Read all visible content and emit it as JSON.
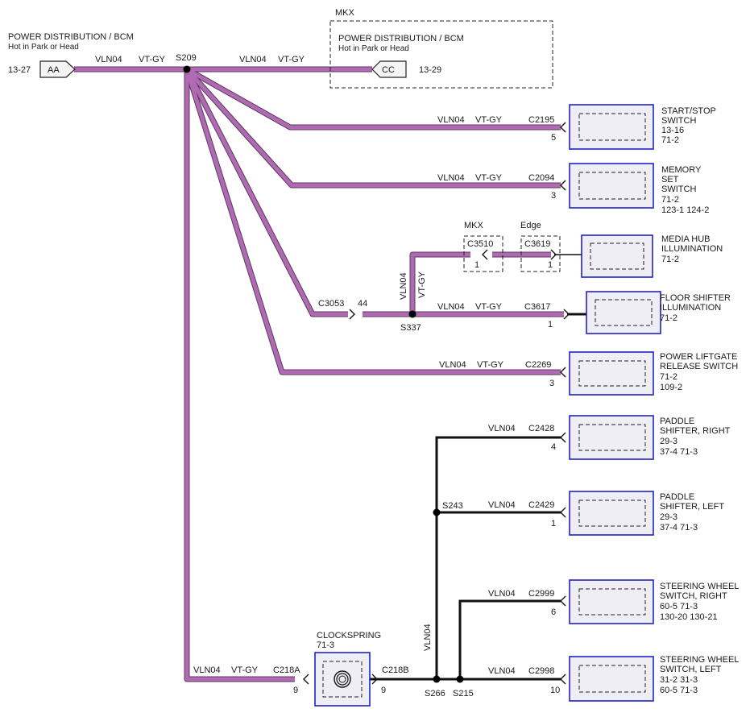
{
  "sources": {
    "left": {
      "title": "POWER DISTRIBUTION / BCM",
      "subtitle": "Hot in Park or Head",
      "page_ref": "13-27",
      "connector": "AA"
    },
    "mkx_frame_label": "MKX",
    "right": {
      "title": "POWER DISTRIBUTION / BCM",
      "subtitle": "Hot in Park or Head",
      "page_ref": "13-29",
      "connector": "CC"
    }
  },
  "wire": {
    "circuit": "VLN04",
    "color_code": "VT-GY",
    "colors": {
      "violet": "#b06ab3",
      "black": "#111111",
      "component_border": "#2222c8"
    }
  },
  "splices": [
    "S209",
    "S337",
    "S243",
    "S266",
    "S215"
  ],
  "inline": {
    "c3053": "C3053",
    "c3053_pin": "44",
    "mkx_label": "MKX",
    "edge_label": "Edge",
    "c3510": "C3510",
    "c3510_pin": "1",
    "c3619": "C3619",
    "c3619_pin": "1"
  },
  "components": [
    {
      "id": "start-stop",
      "connector": "C2195",
      "pin": "5",
      "name1": "START/STOP",
      "name2": "SWITCH",
      "name3": "",
      "refs1": "13-16",
      "refs2": "71-2"
    },
    {
      "id": "memory-set",
      "connector": "C2094",
      "pin": "3",
      "name1": "MEMORY",
      "name2": "SET",
      "name3": "SWITCH",
      "refs1": "71-2",
      "refs2": "123-1   124-2"
    },
    {
      "id": "media-hub",
      "connector": "",
      "pin": "",
      "name1": "MEDIA HUB",
      "name2": "ILLUMINATION",
      "name3": "",
      "refs1": "71-2",
      "refs2": ""
    },
    {
      "id": "floor-shifter",
      "connector": "C3617",
      "pin": "1",
      "name1": "FLOOR SHIFTER",
      "name2": "ILLUMINATION",
      "name3": "",
      "refs1": "71-2",
      "refs2": ""
    },
    {
      "id": "power-liftgate",
      "connector": "C2269",
      "pin": "3",
      "name1": "POWER LIFTGATE",
      "name2": "RELEASE SWITCH",
      "name3": "",
      "refs1": "71-2",
      "refs2": "109-2"
    },
    {
      "id": "paddle-right",
      "connector": "C2428",
      "pin": "4",
      "name1": "PADDLE",
      "name2": "SHIFTER, RIGHT",
      "name3": "",
      "refs1": "29-3",
      "refs2": "37-4    71-3"
    },
    {
      "id": "paddle-left",
      "connector": "C2429",
      "pin": "1",
      "name1": "PADDLE",
      "name2": "SHIFTER, LEFT",
      "name3": "",
      "refs1": "29-3",
      "refs2": "37-4    71-3"
    },
    {
      "id": "sw-right",
      "connector": "C2999",
      "pin": "6",
      "name1": "STEERING WHEEL",
      "name2": "SWITCH, RIGHT",
      "name3": "",
      "refs1": "60-5    71-3",
      "refs2": "130-20  130-21"
    },
    {
      "id": "sw-left",
      "connector": "C2998",
      "pin": "10",
      "name1": "STEERING WHEEL",
      "name2": "SWITCH, LEFT",
      "name3": "",
      "refs1": "31-2    31-3",
      "refs2": "60-5    71-3"
    }
  ],
  "clockspring": {
    "title": "CLOCKSPRING",
    "ref": "71-3",
    "in_connector": "C218A",
    "in_pin": "9",
    "out_connector": "C218B",
    "out_pin": "9"
  }
}
